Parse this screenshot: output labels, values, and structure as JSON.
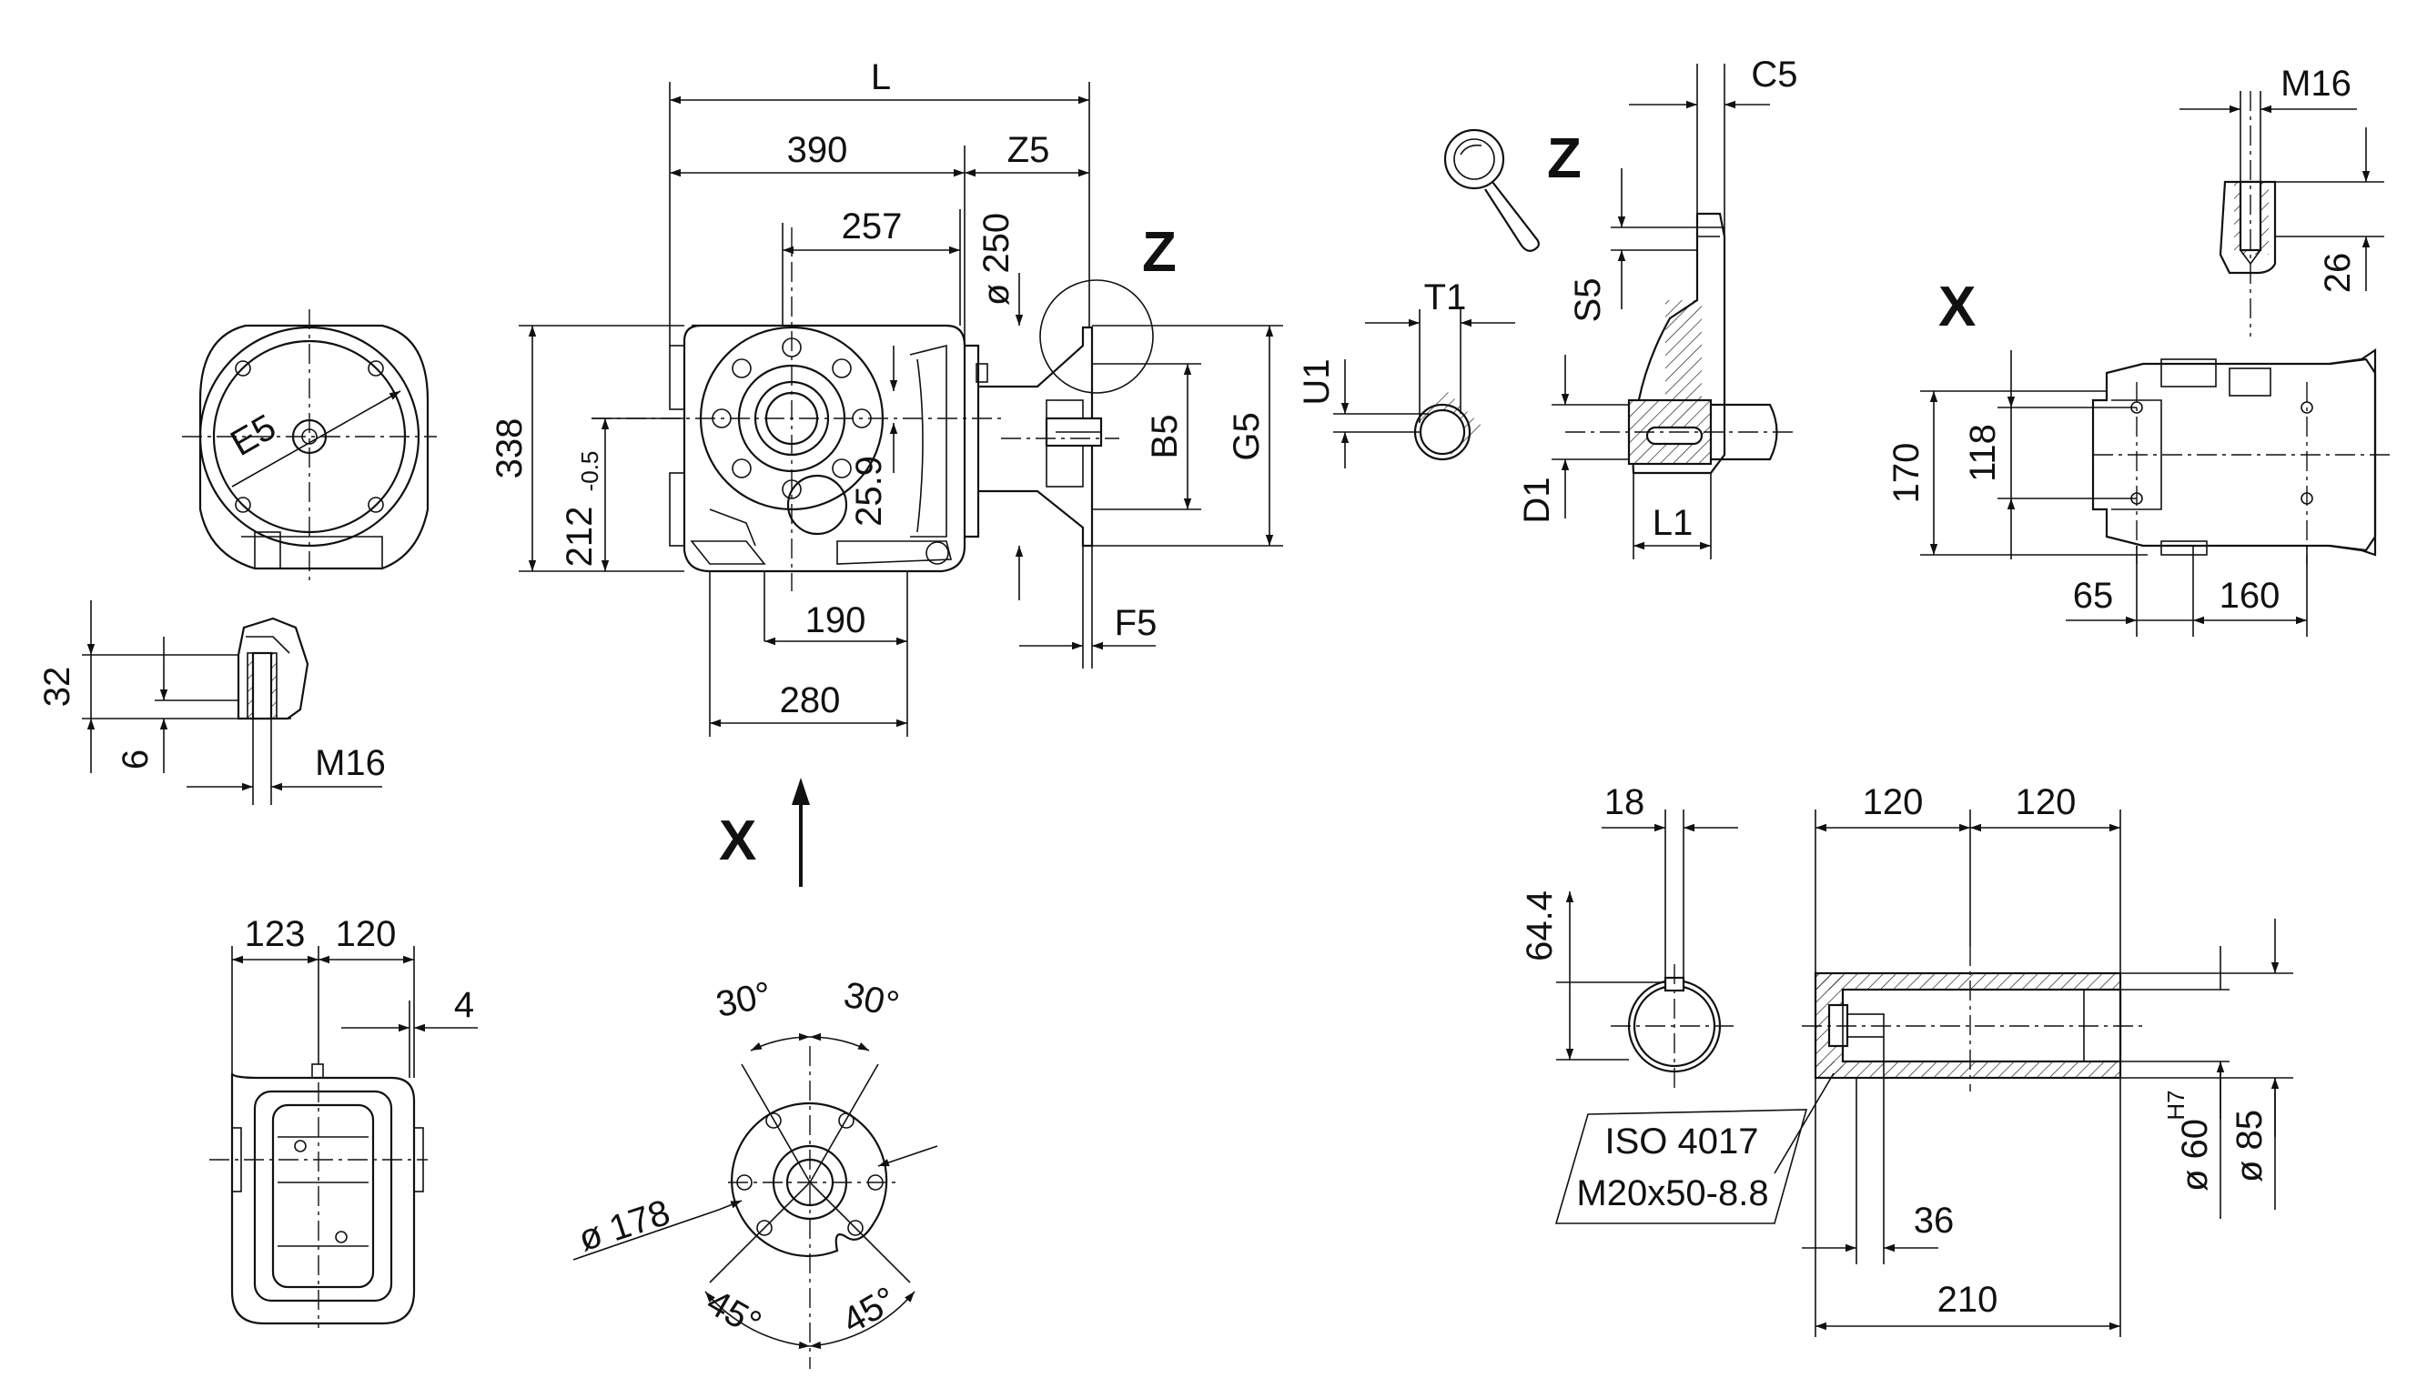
{
  "front_view": {
    "L": "L",
    "d390": "390",
    "d257": "257",
    "Z5": "Z5",
    "d250": "ø 250",
    "d338": "338",
    "d212": "212",
    "d212_tol": "-0.5",
    "d25_9": "25.9",
    "B5": "B5",
    "G5": "G5",
    "d190": "190",
    "d280": "280",
    "F5": "F5",
    "view_z": "Z"
  },
  "end_view": {
    "E5": "E5",
    "d32": "32",
    "d6": "6",
    "M16": "M16"
  },
  "arrow_x": {
    "label": "X"
  },
  "bottom_view": {
    "d123": "123",
    "d120": "120",
    "d4": "4"
  },
  "flange_view": {
    "a30_left": "30°",
    "a30_right": "30°",
    "d178": "ø 178",
    "a45_left": "45°",
    "a45_right": "45°"
  },
  "detail_z": {
    "label": "Z",
    "magnifier_icon": "magnifier-icon",
    "C5": "C5",
    "S5": "S5",
    "T1": "T1",
    "U1": "U1",
    "D1": "D1",
    "L1": "L1"
  },
  "detail_x": {
    "label": "X",
    "M16": "M16",
    "d26": "26",
    "d170": "170",
    "d118": "118",
    "d65": "65",
    "d160": "160"
  },
  "hollow_shaft": {
    "d18": "18",
    "d64_4": "64.4",
    "d120a": "120",
    "d120b": "120",
    "iso_line1": "ISO 4017",
    "iso_line2": "M20x50-8.8",
    "d36": "36",
    "d210": "210",
    "d60": "ø 60",
    "d60_tol": "H7",
    "d85": "ø 85"
  }
}
